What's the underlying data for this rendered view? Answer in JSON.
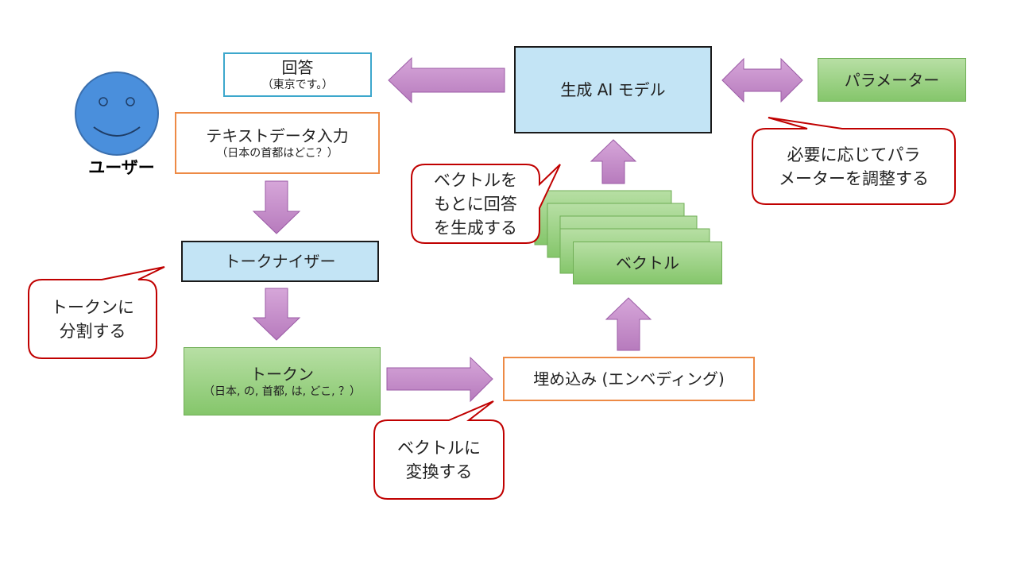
{
  "user": {
    "label": "ユーザー"
  },
  "nodes": {
    "answer": {
      "title": "回答",
      "subtitle": "（東京です。）"
    },
    "text_input": {
      "title": "テキストデータ入力",
      "subtitle": "（日本の首都はどこ？）"
    },
    "tokenizer": {
      "title": "トークナイザー"
    },
    "tokens": {
      "title": "トークン",
      "subtitle": "（日本, の, 首都, は, どこ, ？）"
    },
    "embedding": {
      "title": "埋め込み (エンベディング)"
    },
    "vector": {
      "title": "ベクトル"
    },
    "model": {
      "title": "生成 AI モデル"
    },
    "parameters": {
      "title": "パラメーター"
    }
  },
  "callouts": {
    "split_tokens": {
      "line1": "トークンに",
      "line2": "分割する"
    },
    "to_vector": {
      "line1": "ベクトルに",
      "line2": "変換する"
    },
    "generate": {
      "line1": "ベクトルを",
      "line2": "もとに回答",
      "line3": "を生成する"
    },
    "adjust_params": {
      "line1": "必要に応じてパラ",
      "line2": "メーターを調整する"
    }
  },
  "colors": {
    "arrow_fill": "#c58fc9",
    "arrow_stroke": "#9b5ba6",
    "callout_border": "#c00000",
    "face_fill": "#4a8fdc",
    "green_top": "#b7dfa4",
    "green_bottom": "#85c66b",
    "blue_fill": "#c3e4f5",
    "orange_border": "#ed8a45",
    "cyan_border": "#3da7cc"
  }
}
